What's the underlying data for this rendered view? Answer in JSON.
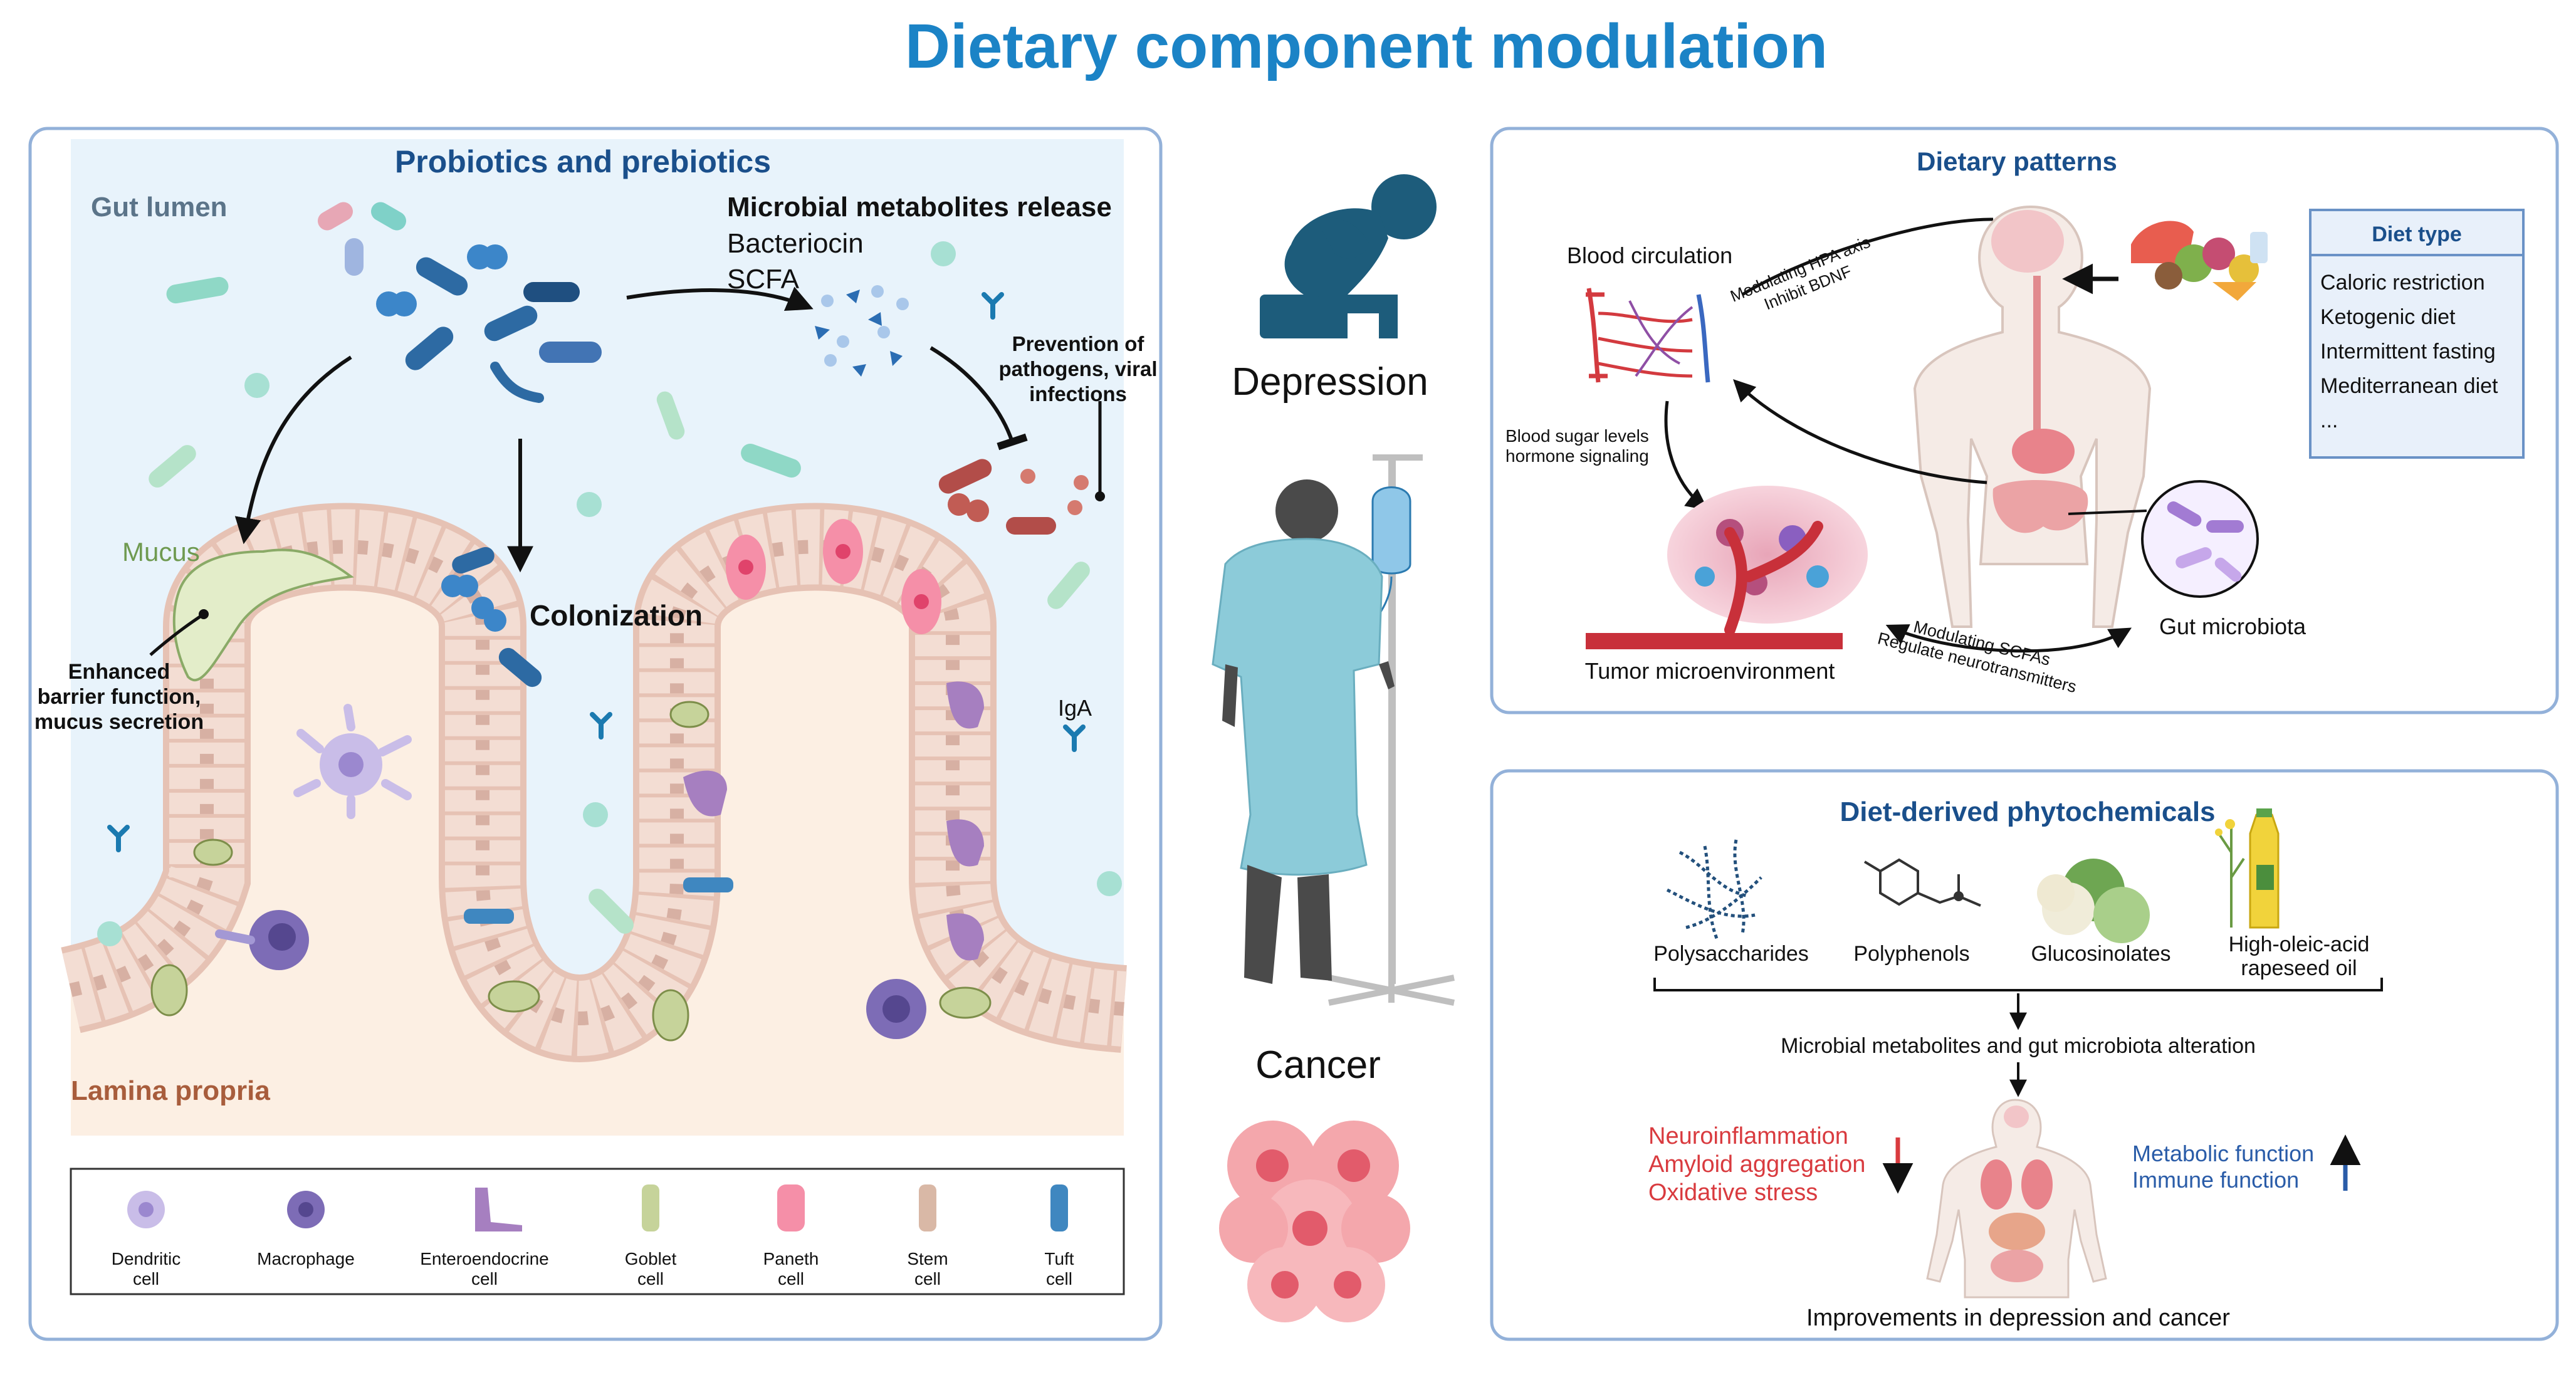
{
  "title": "Dietary component modulation",
  "colors": {
    "title_blue": "#1b83c6",
    "heading_navy": "#1a4f8b",
    "panel_border": "#93b1d9",
    "lumen_bg": "#e8f3fb",
    "propria_bg": "#fcefe3",
    "epithelium": "#f0d6cb",
    "red_text": "#d93b3f",
    "blue_text": "#2a5ca8",
    "teal_icon": "#1d5c7b"
  },
  "left_panel": {
    "title": "Probiotics and prebiotics",
    "gut_lumen": "Gut lumen",
    "lamina_propria": "Lamina propria",
    "mucus": "Mucus",
    "enhanced": [
      "Enhanced",
      "barrier function,",
      "mucus secretion"
    ],
    "colonization": "Colonization",
    "metabolites_heading": "Microbial metabolites release",
    "metabolites": [
      "Bacteriocin",
      "SCFA"
    ],
    "prevention": [
      "Prevention of",
      "pathogens, viral",
      "infections"
    ],
    "iga": "IgA",
    "legend": [
      {
        "lines": [
          "Dendritic",
          "cell"
        ],
        "icon": "dendritic-cell-icon"
      },
      {
        "lines": [
          "Macrophage"
        ],
        "icon": "macrophage-icon"
      },
      {
        "lines": [
          "Enteroendocrine",
          "cell"
        ],
        "icon": "enteroendocrine-cell-icon"
      },
      {
        "lines": [
          "Goblet",
          "cell"
        ],
        "icon": "goblet-cell-icon"
      },
      {
        "lines": [
          "Paneth",
          "cell"
        ],
        "icon": "paneth-cell-icon"
      },
      {
        "lines": [
          "Stem",
          "cell"
        ],
        "icon": "stem-cell-icon"
      },
      {
        "lines": [
          "Tuft",
          "cell"
        ],
        "icon": "tuft-cell-icon"
      }
    ]
  },
  "center": {
    "depression": "Depression",
    "cancer": "Cancer"
  },
  "patterns_panel": {
    "title": "Dietary patterns",
    "blood_circulation": "Blood circulation",
    "hpa": [
      "Modulating HPA axis",
      "Inhibit BDNF"
    ],
    "blood_sugar": [
      "Blood sugar levels",
      "hormone signaling"
    ],
    "tumor": "Tumor microenvironment",
    "scfa": [
      "Modulating SCFAs",
      "Regulate neurotransmitters"
    ],
    "gut_microbiota": "Gut microbiota",
    "diet_type_title": "Diet type",
    "diet_types": [
      "Caloric restriction",
      "Ketogenic diet",
      "Intermittent fasting",
      "Mediterranean diet",
      "..."
    ]
  },
  "phyto_panel": {
    "title": "Diet-derived phytochemicals",
    "items": [
      {
        "lines": [
          "Polysaccharides"
        ],
        "icon": "polysaccharide-network-icon"
      },
      {
        "lines": [
          "Polyphenols"
        ],
        "icon": "polyphenol-molecule-icon"
      },
      {
        "lines": [
          "Glucosinolates"
        ],
        "icon": "cruciferous-vegetables-icon"
      },
      {
        "lines": [
          "High-oleic-acid",
          "rapeseed oil"
        ],
        "icon": "rapeseed-oil-bottle-icon"
      }
    ],
    "alteration": "Microbial metabolites and gut microbiota alteration",
    "down_effects": [
      "Neuroinflammation",
      "Amyloid aggregation",
      "Oxidative stress"
    ],
    "up_effects": [
      "Metabolic function",
      "Immune function"
    ],
    "improvements": "Improvements in depression and cancer"
  }
}
